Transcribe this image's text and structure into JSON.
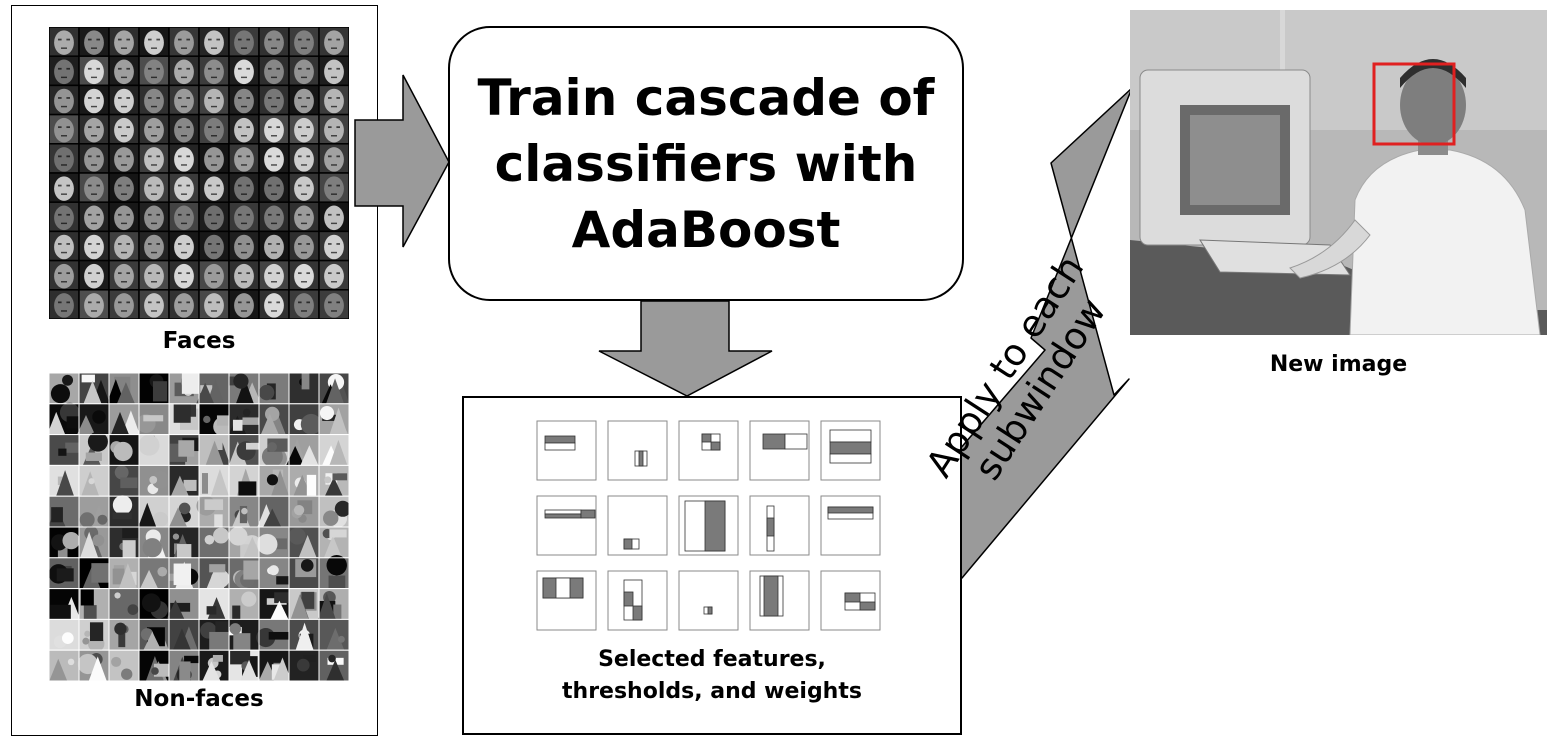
{
  "faces": {
    "caption": "Faces"
  },
  "nonfaces": {
    "caption": "Non-faces"
  },
  "train": {
    "lines": [
      "Train cascade of",
      "classifiers with",
      "AdaBoost"
    ]
  },
  "features": {
    "caption_lines": [
      "Selected features,",
      "thresholds, and weights"
    ]
  },
  "apply": {
    "lines": [
      "Apply to each",
      "subwindow"
    ]
  },
  "new_image": {
    "caption": "New image"
  },
  "colors": {
    "arrow_fill": "#9a9a9a",
    "feature_fill": "#7a7a7a",
    "detect_box": "#e02020"
  }
}
